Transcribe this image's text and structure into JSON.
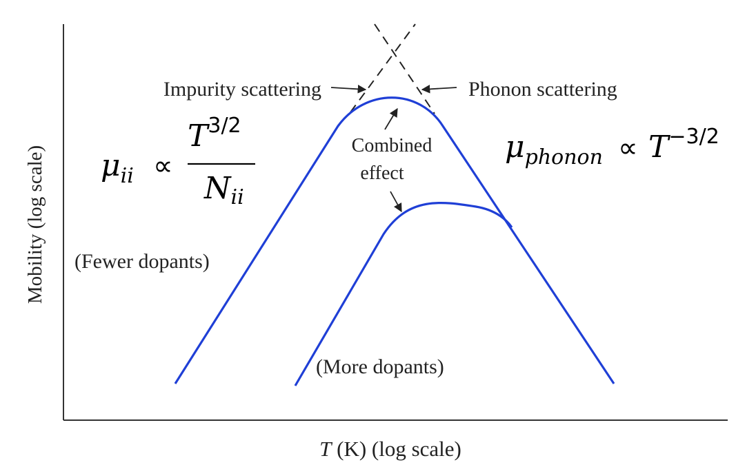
{
  "chart_data": {
    "type": "line",
    "title": "",
    "xlabel": {
      "var": "T",
      "rest": " (K) (log scale)"
    },
    "ylabel": "Mobility (log scale)",
    "x_scale": "log",
    "y_scale": "log",
    "grid": false,
    "series": [
      {
        "name": "(Fewer dopants)",
        "style": "solid",
        "color": "#1f3fd6"
      },
      {
        "name": "(More dopants)",
        "style": "solid",
        "color": "#1f3fd6"
      },
      {
        "name": "Impurity scattering",
        "style": "dashed",
        "color": "#222222"
      },
      {
        "name": "Phonon scattering",
        "style": "dashed",
        "color": "#222222"
      }
    ],
    "annotations": {
      "impurity": "Impurity scattering",
      "phonon": "Phonon scattering",
      "combined_line1": "Combined",
      "combined_line2": "effect",
      "fewer": "(Fewer dopants)",
      "more": "(More dopants)"
    },
    "formulas": {
      "impurity": {
        "mu": "μ",
        "sub": "ii",
        "prop": "∝",
        "num_base": "T",
        "num_exp": "3/2",
        "den_base": "N",
        "den_sub": "ii"
      },
      "phonon": {
        "mu": "μ",
        "sub": "phonon",
        "prop": "∝",
        "base": "T",
        "exp": "−3/2"
      }
    }
  },
  "colors": {
    "curve": "#1f3fd6",
    "axis": "#333333",
    "dashed": "#222222",
    "text": "#222222"
  }
}
